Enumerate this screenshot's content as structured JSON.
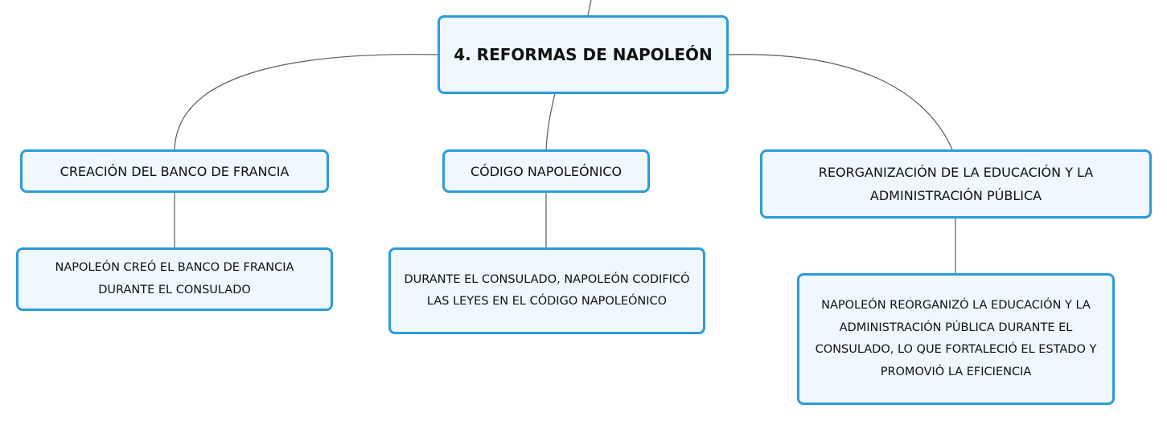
{
  "map": {
    "root": {
      "label": "4. REFORMAS DE NAPOLEÓN"
    },
    "topics": [
      {
        "label": "CREACIÓN DEL BANCO DE FRANCIA",
        "detail": "NAPOLEÓN CREÓ EL BANCO DE FRANCIA DURANTE EL CONSULADO"
      },
      {
        "label": "CÓDIGO NAPOLEÓNICO",
        "detail": "DURANTE EL CONSULADO, NAPOLEÓN CODIFICÓ LAS LEYES EN EL CÓDIGO NAPOLEÓNICO"
      },
      {
        "label": "REORGANIZACIÓN DE LA EDUCACIÓN Y LA ADMINISTRACIÓN PÚBLICA",
        "detail": "NAPOLEÓN REORGANIZÓ LA EDUCACIÓN Y LA ADMINISTRACIÓN PÚBLICA DURANTE EL CONSULADO, LO QUE FORTALECIÓ EL ESTADO Y PROMOVIÓ LA EFICIENCIA"
      }
    ]
  },
  "colors": {
    "node_border": "#2e9bd9",
    "node_fill": "#eef8fd",
    "connector": "#5a5a5a"
  }
}
